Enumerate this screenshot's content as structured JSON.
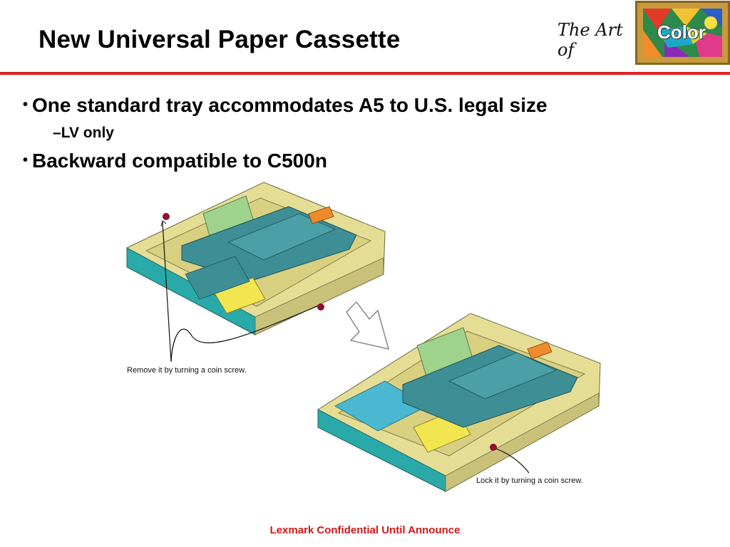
{
  "slide": {
    "title": "New Universal Paper Cassette",
    "logo": {
      "script_text": "The Art of",
      "word": "Color"
    },
    "bullets": [
      {
        "text": "One standard tray accommodates A5 to U.S. legal size",
        "sub": [
          {
            "marker": "–",
            "text": "LV only"
          }
        ]
      },
      {
        "text": "Backward compatible to C500n",
        "sub": []
      }
    ],
    "captions": {
      "remove": "Remove it by turning a coin screw.",
      "lock": "Lock it by turning a coin screw."
    },
    "footer": "Lexmark Confidential Until Announce"
  },
  "colors": {
    "accent_red": "#e0201c",
    "footer_red": "#d01818",
    "tray_teal": "#2aa9a9",
    "tray_body": "#3d8f95",
    "tray_tan": "#e6dd95",
    "tray_yellow": "#f2e650",
    "tray_green": "#9fd28c",
    "tray_orange": "#f08a2c",
    "screw": "#8a1030"
  }
}
